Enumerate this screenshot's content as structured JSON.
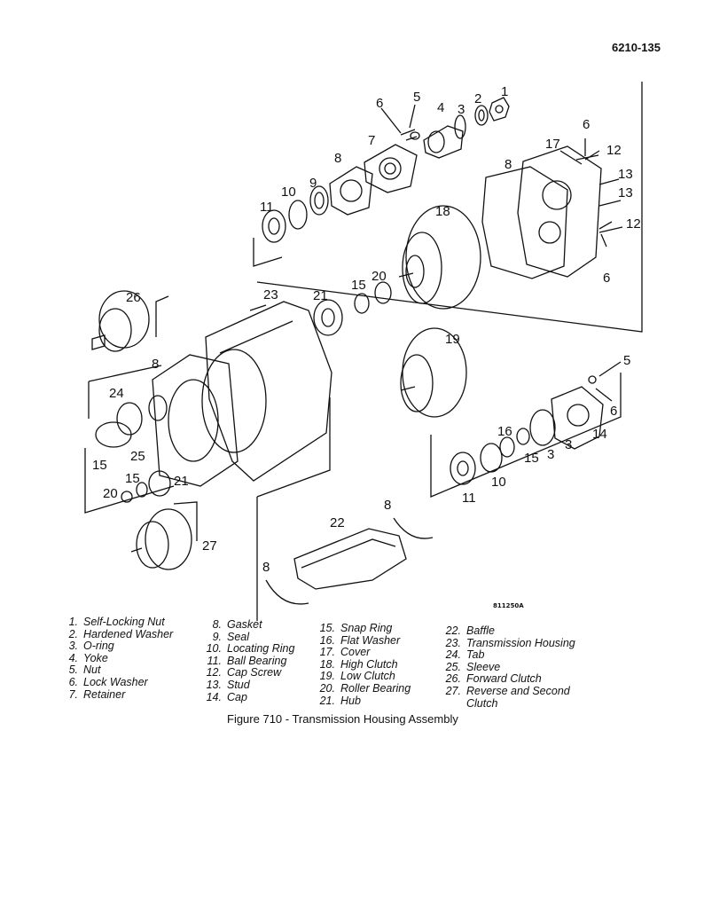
{
  "page_id": "6210-135",
  "figure_id": "811250A",
  "caption": "Figure 710 - Transmission Housing Assembly",
  "callouts": {
    "c1": "1",
    "c2": "2",
    "c3a": "3",
    "c4": "4",
    "c5a": "5",
    "c6a": "6",
    "c7": "7",
    "c8a": "8",
    "c9": "9",
    "c10a": "10",
    "c11a": "11",
    "c17": "17",
    "c8b": "8",
    "c6b": "6",
    "c12a": "12",
    "c13a": "13",
    "c13b": "13",
    "c12b": "12",
    "c6c": "6",
    "c18": "18",
    "c26": "26",
    "c23": "23",
    "c21a": "21",
    "c15a": "15",
    "c20a": "20",
    "c19": "19",
    "c8c": "8",
    "c24": "24",
    "c25": "25",
    "c15b": "15",
    "c20b": "20",
    "c15c": "15",
    "c21b": "21",
    "c27": "27",
    "c22": "22",
    "c8d": "8",
    "c8e": "8",
    "c5b": "5",
    "c6d": "6",
    "c14": "14",
    "c3b": "3",
    "c3c": "3",
    "c16": "16",
    "c15d": "15",
    "c10b": "10",
    "c11b": "11"
  },
  "legend": {
    "col1": [
      {
        "num": "1.",
        "name": "Self-Locking Nut"
      },
      {
        "num": "2.",
        "name": "Hardened Washer"
      },
      {
        "num": "3.",
        "name": "O-ring"
      },
      {
        "num": "4.",
        "name": "Yoke"
      },
      {
        "num": "5.",
        "name": "Nut"
      },
      {
        "num": "6.",
        "name": "Lock Washer"
      },
      {
        "num": "7.",
        "name": "Retainer"
      }
    ],
    "col2": [
      {
        "num": "8.",
        "name": "Gasket"
      },
      {
        "num": "9.",
        "name": "Seal"
      },
      {
        "num": "10.",
        "name": "Locating Ring"
      },
      {
        "num": "11.",
        "name": "Ball Bearing"
      },
      {
        "num": "12.",
        "name": "Cap Screw"
      },
      {
        "num": "13.",
        "name": "Stud"
      },
      {
        "num": "14.",
        "name": "Cap"
      }
    ],
    "col3": [
      {
        "num": "15.",
        "name": "Snap Ring"
      },
      {
        "num": "16.",
        "name": "Flat Washer"
      },
      {
        "num": "17.",
        "name": "Cover"
      },
      {
        "num": "18.",
        "name": "High Clutch"
      },
      {
        "num": "19.",
        "name": "Low Clutch"
      },
      {
        "num": "20.",
        "name": "Roller Bearing"
      },
      {
        "num": "21.",
        "name": "Hub"
      }
    ],
    "col4": [
      {
        "num": "22.",
        "name": "Baffle"
      },
      {
        "num": "23.",
        "name": "Transmission Housing"
      },
      {
        "num": "24.",
        "name": "Tab"
      },
      {
        "num": "25.",
        "name": "Sleeve"
      },
      {
        "num": "26.",
        "name": "Forward Clutch"
      },
      {
        "num": "27.",
        "name": "Reverse and Second"
      },
      {
        "num": "",
        "name": "Clutch"
      }
    ]
  }
}
